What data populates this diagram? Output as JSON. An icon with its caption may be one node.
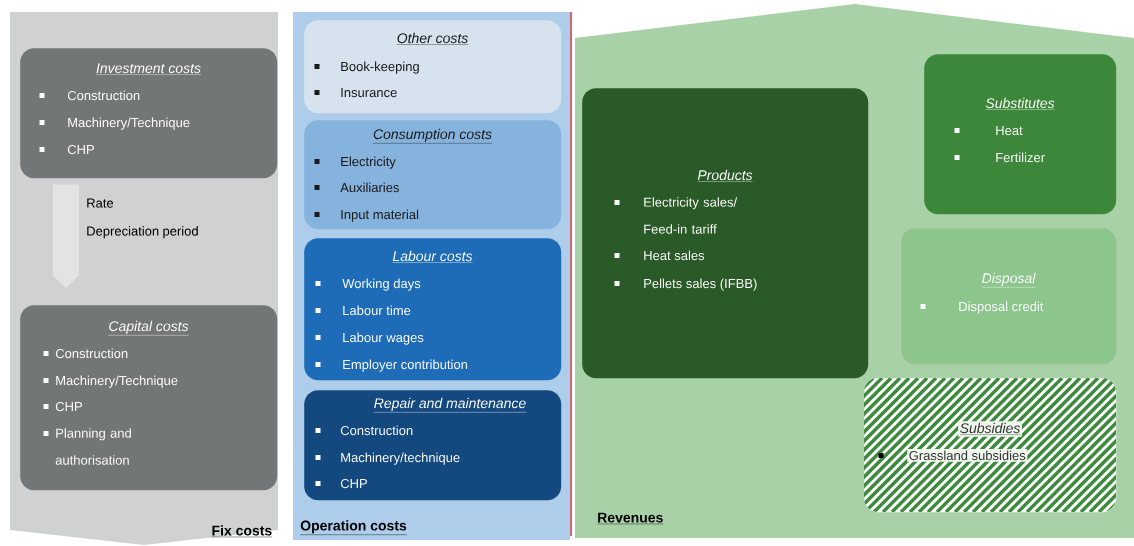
{
  "diagram": {
    "nodes": [
      {
        "text": [
          "Fix costs"
        ]
      },
      {
        "text": [
          "Investment costs",
          "Construction",
          "Machinery/Technique",
          "CHP"
        ],
        "in": 0
      },
      {
        "text": [
          "Capital costs",
          "Construction",
          "Machinery/Technique",
          "CHP",
          "Planning and authorisation"
        ],
        "in": 0
      },
      {
        "text": [
          "Operation costs"
        ]
      },
      {
        "text": [
          "Other costs",
          "Book-keeping",
          "Insurance"
        ],
        "in": 3
      },
      {
        "text": [
          "Consumption costs",
          "Electricity",
          "Auxiliaries",
          "Input material"
        ],
        "in": 3
      },
      {
        "text": [
          "Labour costs",
          "Working days",
          "Labour time",
          "Labour wages",
          "Employer contribution"
        ],
        "in": 3
      },
      {
        "text": [
          "Repair and maintenance",
          "Construction",
          "Machinery/technique",
          "CHP"
        ],
        "in": 3
      },
      {
        "text": [
          "Revenues"
        ]
      },
      {
        "text": [
          "Products",
          "Electricity sales/ Feed-in tariff",
          "Heat sales",
          "Pellets sales (IFBB)"
        ],
        "in": 8
      },
      {
        "text": [
          "Substitutes",
          "Heat",
          "Fertilizer"
        ],
        "in": 8
      },
      {
        "text": [
          "Disposal",
          "Disposal credit"
        ],
        "in": 8
      },
      {
        "text": [
          "Subsidies",
          "Grassland subsidies"
        ],
        "in": 8
      }
    ],
    "edges": [
      {
        "from": 1,
        "to": 2,
        "arrow": "to",
        "label": "Rate Depreciation period"
      }
    ]
  }
}
